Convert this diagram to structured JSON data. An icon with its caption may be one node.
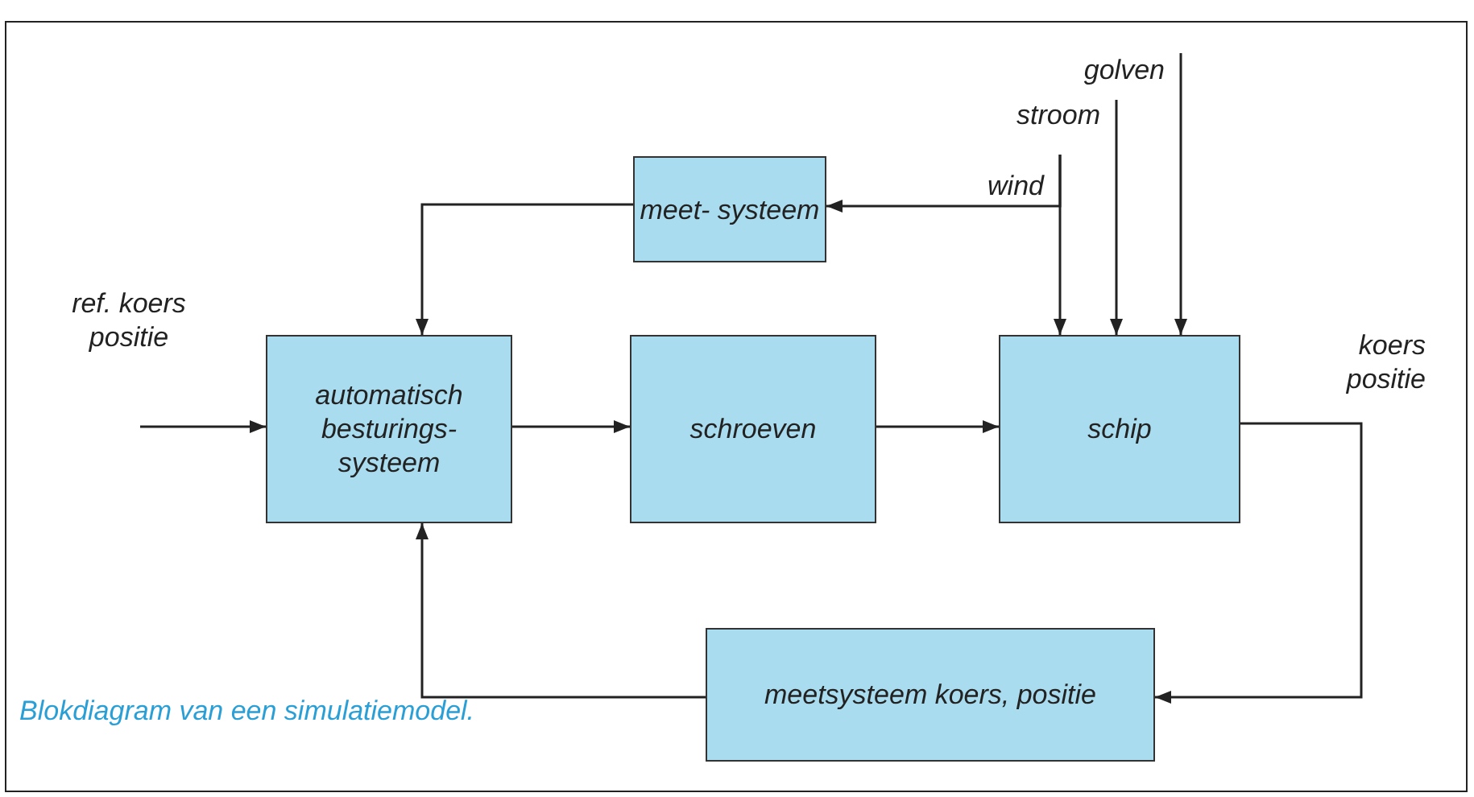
{
  "diagram": {
    "caption": "Blokdiagram van een simulatiemodel.",
    "nodes": [
      {
        "text": [
          "ref. koers positie"
        ]
      },
      {
        "text": [
          "automatisch besturings- systeem"
        ]
      },
      {
        "text": [
          "schroeven"
        ]
      },
      {
        "text": [
          "schip"
        ]
      },
      {
        "text": [
          "meet- systeem"
        ]
      },
      {
        "text": [
          "meetsysteem koers, positie"
        ]
      },
      {
        "text": [
          "wind"
        ]
      },
      {
        "text": [
          "stroom"
        ]
      },
      {
        "text": [
          "golven"
        ]
      }
    ],
    "edges": [
      {
        "from": 0,
        "to": 1,
        "arrow": "to"
      },
      {
        "from": 1,
        "to": 2,
        "arrow": "to"
      },
      {
        "from": 2,
        "to": 3,
        "arrow": "to"
      },
      {
        "from": 3,
        "to": 5,
        "arrow": "to"
      },
      {
        "from": 5,
        "to": 1,
        "arrow": "to"
      },
      {
        "from": 4,
        "to": 1,
        "arrow": "to"
      },
      {
        "from": 6,
        "to": 4,
        "arrow": "to"
      },
      {
        "from": 6,
        "to": 3,
        "arrow": "to"
      },
      {
        "from": 7,
        "to": 3,
        "arrow": "to"
      },
      {
        "from": 8,
        "to": 3,
        "arrow": "to"
      }
    ],
    "labels": [
      "koers positie"
    ]
  }
}
